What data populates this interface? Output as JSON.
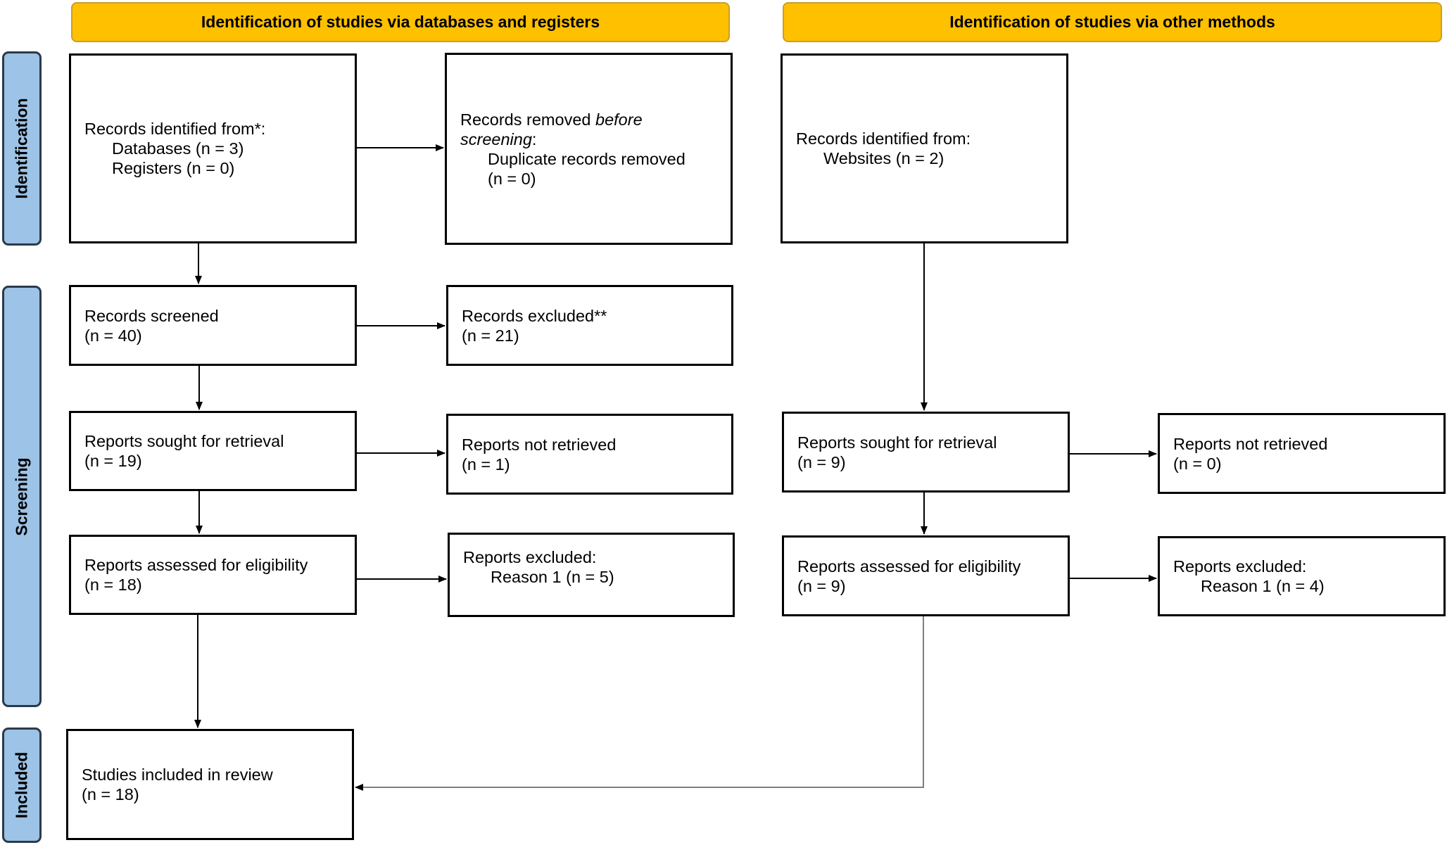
{
  "headers": {
    "left": "Identification of studies via databases and registers",
    "right": "Identification of studies via other methods"
  },
  "phases": {
    "identification": "Identification",
    "screening": "Screening",
    "included": "Included"
  },
  "db": {
    "identified": {
      "line1": "Records identified from*:",
      "line2": "Databases (n = 3)",
      "line3": "Registers (n = 0)"
    },
    "removed": {
      "line1_pre": "Records removed ",
      "line1_em": "before",
      "line2_em": "screening",
      "line2_post": ":",
      "line3": "Duplicate records removed",
      "line4": "(n = 0)"
    },
    "screened": {
      "label": "Records screened",
      "n": "(n = 40)"
    },
    "excluded": {
      "label": "Records excluded**",
      "n": "(n = 21)"
    },
    "sought": {
      "label": "Reports sought for retrieval",
      "n": "(n = 19)"
    },
    "not_retrieved": {
      "label": "Reports not retrieved",
      "n": "(n = 1)"
    },
    "assessed": {
      "label": "Reports assessed for eligibility",
      "n": "(n = 18)"
    },
    "reports_excluded": {
      "label": "Reports excluded:",
      "reason": "Reason 1 (n = 5)"
    },
    "included": {
      "label": "Studies included in review",
      "n": "(n = 18)"
    }
  },
  "other": {
    "identified": {
      "line1": "Records identified from:",
      "line2": "Websites (n = 2)"
    },
    "sought": {
      "label": "Reports sought for retrieval",
      "n": "(n = 9)"
    },
    "not_retrieved": {
      "label": "Reports not retrieved",
      "n": "(n = 0)"
    },
    "assessed": {
      "label": "Reports assessed for eligibility",
      "n": "(n = 9)"
    },
    "reports_excluded": {
      "label": "Reports excluded:",
      "reason": "Reason 1 (n = 4)"
    }
  },
  "colors": {
    "header_fill": "#FFC000",
    "phase_fill": "#9DC3E6",
    "connector_gray": "#7F7F7F"
  }
}
